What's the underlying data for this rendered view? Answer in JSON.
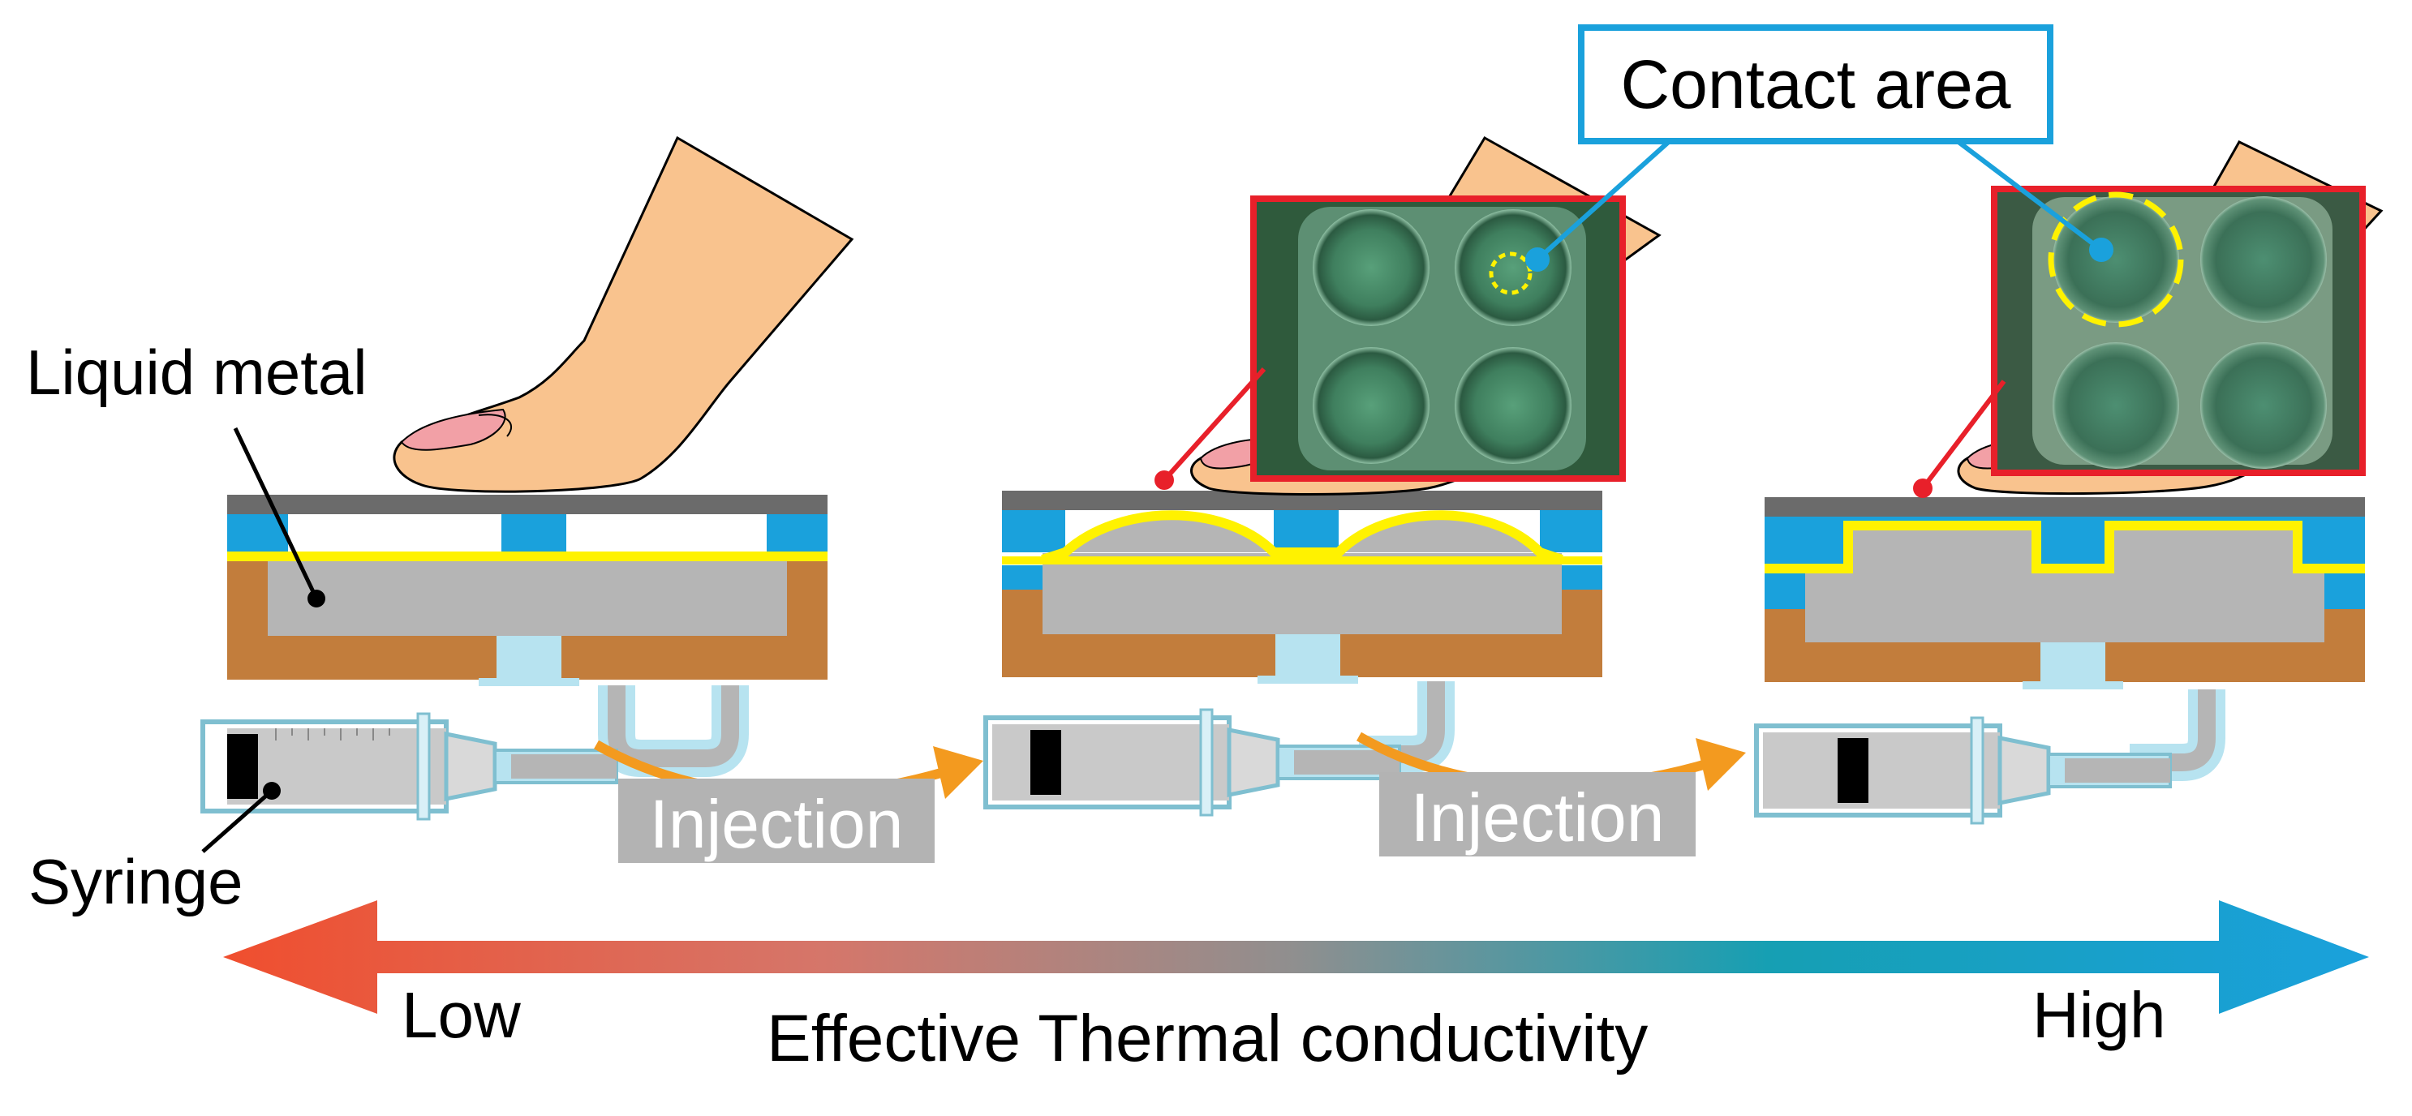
{
  "labels": {
    "liquid_metal": "Liquid metal",
    "syringe": "Syringe",
    "contact_area": "Contact area",
    "injection_1": "Injection",
    "injection_2": "Injection",
    "low": "Low",
    "high": "High",
    "axis_title": "Effective Thermal conductivity"
  },
  "colors": {
    "finger": "#f9c38e",
    "nail": "#f2a0a6",
    "top_film": "#6b6b6b",
    "spacer": "#1aa1dc",
    "membrane": "#fff200",
    "liquid_metal": "#b5b5b5",
    "substrate": "#c27d3c",
    "tube": "#b7e3f0",
    "arrow_low": "#f04e2e",
    "arrow_high": "#1aa1dc",
    "injection_arrow": "#f39a1f",
    "photo_frame": "#e8202a",
    "photo_bg": "#2f5a3c",
    "dashed_circle": "#fff200",
    "contact_callout": "#1aa1dc"
  },
  "icons": [
    "finger-icon",
    "syringe-icon",
    "injection-arrow-icon",
    "gradient-double-arrow-icon"
  ]
}
